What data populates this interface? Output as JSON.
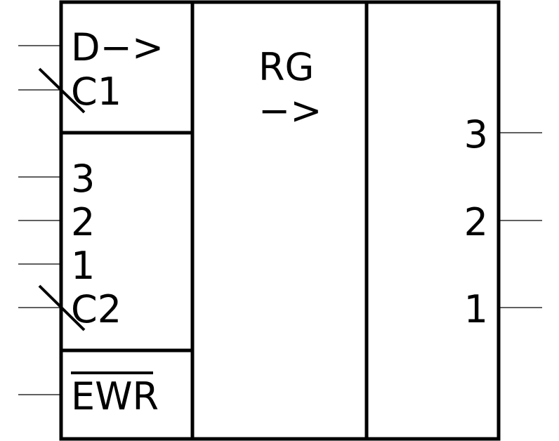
{
  "symbol": {
    "title": "RG",
    "shift_arrow": "−>"
  },
  "control": {
    "data_shift": "D−>",
    "clock1": "C1"
  },
  "inputs": {
    "in3": "3",
    "in2": "2",
    "in1": "1",
    "clock2": "C2"
  },
  "enable": {
    "label": "EWR"
  },
  "outputs": {
    "out3": "3",
    "out2": "2",
    "out1": "1"
  }
}
